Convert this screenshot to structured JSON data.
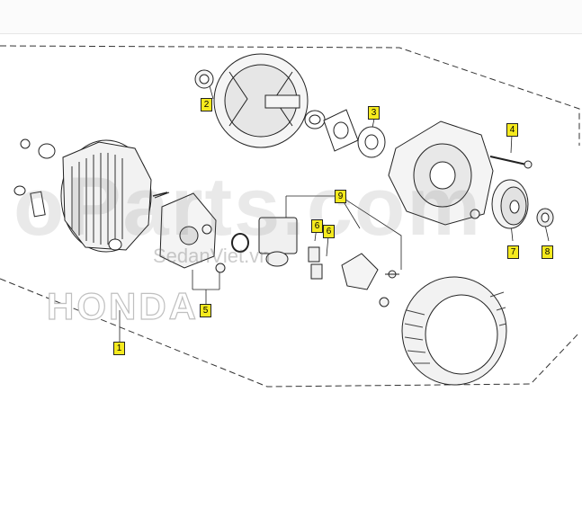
{
  "brand_logo": "HONDA",
  "watermark": {
    "primary": "oParts.com",
    "secondary": "SedanViet.vn"
  },
  "callouts": [
    {
      "label": "1"
    },
    {
      "label": "2"
    },
    {
      "label": "3"
    },
    {
      "label": "4"
    },
    {
      "label": "5"
    },
    {
      "label": "6"
    },
    {
      "label": "6"
    },
    {
      "label": "7"
    },
    {
      "label": "8"
    },
    {
      "label": "9"
    }
  ],
  "colors": {
    "callout_fill": "#f5ea1e",
    "line": "#222222"
  }
}
